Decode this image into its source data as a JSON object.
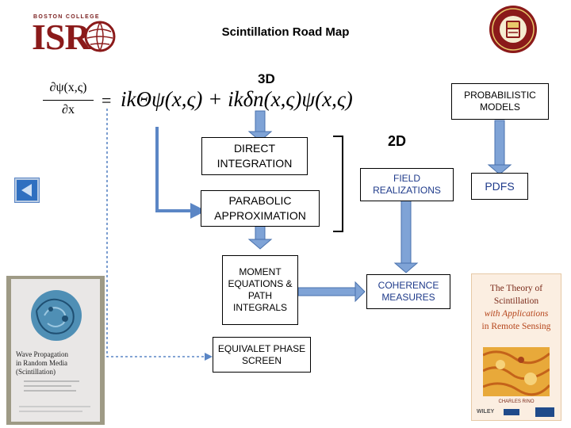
{
  "header": {
    "logo_small": "BOSTON COLLEGE",
    "logo_main": "ISR",
    "title": "Scintillation Road Map"
  },
  "labels": {
    "three_d": "3D",
    "two_d": "2D"
  },
  "equation": {
    "lhs_numerator": "∂ψ(x,ς)",
    "lhs_denominator": "∂x",
    "equals": "=",
    "rhs": "ikΘψ(x,ς) + ikδn(x,ς)ψ(x,ς)"
  },
  "boxes": {
    "probabilistic_models": "PROBABILISTIC MODELS",
    "direct_integration": "DIRECT INTEGRATION",
    "parabolic_approximation": "PARABOLIC APPROXIMATION",
    "moment_equations": "MOMENT EQUATIONS & PATH INTEGRALS",
    "equivalent_phase_screen": "EQUIVALET PHASE SCREEN",
    "field_realizations": "FIELD REALIZATIONS",
    "pdfs": "PDFS",
    "coherence_measures": "COHERENCE MEASURES"
  },
  "books": {
    "left_title_lines": [
      "Wave Propagation",
      "in Random Media",
      "(Scintillation)"
    ],
    "right_title_lines": [
      "The Theory of",
      "Scintillation",
      "with Applications",
      "in Remote Sensing"
    ],
    "right_author": "CHARLES RINO",
    "right_publisher": "WILEY"
  },
  "colors": {
    "arrow_blue": "#5b86c5",
    "logo_red": "#8b1a1a",
    "nav_blue": "#2f6fc0"
  }
}
